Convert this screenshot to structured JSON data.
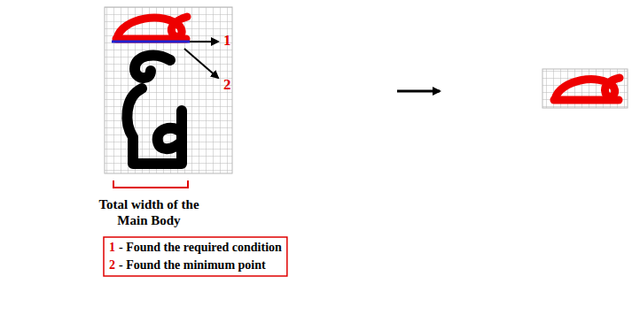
{
  "diagram": {
    "labels": [
      "1",
      "2",
      "Total width of the Main Body",
      "1",
      "- Found the required condition",
      "2",
      "- Found the minimum point"
    ]
  }
}
